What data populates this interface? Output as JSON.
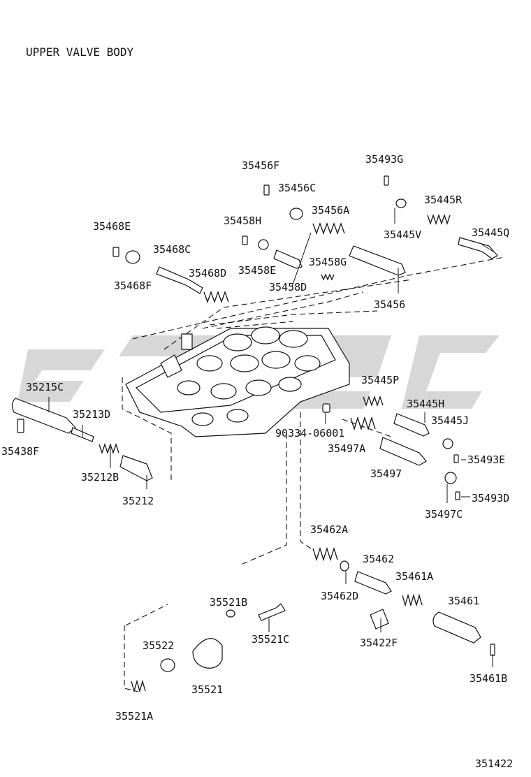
{
  "title": "UPPER VALVE BODY",
  "figure_number": "351422",
  "parts": [
    {
      "id": "35456F",
      "label": "35456F"
    },
    {
      "id": "35456C",
      "label": "35456C"
    },
    {
      "id": "35456A",
      "label": "35456A"
    },
    {
      "id": "35493G",
      "label": "35493G"
    },
    {
      "id": "35445R",
      "label": "35445R"
    },
    {
      "id": "35445V",
      "label": "35445V"
    },
    {
      "id": "35445Q",
      "label": "35445Q"
    },
    {
      "id": "35468E",
      "label": "35468E"
    },
    {
      "id": "35458H",
      "label": "35458H"
    },
    {
      "id": "35468C",
      "label": "35468C"
    },
    {
      "id": "35458E",
      "label": "35458E"
    },
    {
      "id": "35458G",
      "label": "35458G"
    },
    {
      "id": "35468F",
      "label": "35468F"
    },
    {
      "id": "35468D",
      "label": "35468D"
    },
    {
      "id": "35458D",
      "label": "35458D"
    },
    {
      "id": "35456",
      "label": "35456"
    },
    {
      "id": "35445P",
      "label": "35445P"
    },
    {
      "id": "35215C",
      "label": "35215C"
    },
    {
      "id": "35445H",
      "label": "35445H"
    },
    {
      "id": "35213D",
      "label": "35213D"
    },
    {
      "id": "35445J",
      "label": "35445J"
    },
    {
      "id": "90334-06001",
      "label": "90334-06001"
    },
    {
      "id": "35438F",
      "label": "35438F"
    },
    {
      "id": "35497A",
      "label": "35497A"
    },
    {
      "id": "35493E",
      "label": "35493E"
    },
    {
      "id": "35212B",
      "label": "35212B"
    },
    {
      "id": "35497",
      "label": "35497"
    },
    {
      "id": "35493D",
      "label": "35493D"
    },
    {
      "id": "35212",
      "label": "35212"
    },
    {
      "id": "35497C",
      "label": "35497C"
    },
    {
      "id": "35462A",
      "label": "35462A"
    },
    {
      "id": "35462",
      "label": "35462"
    },
    {
      "id": "35461A",
      "label": "35461A"
    },
    {
      "id": "35462D",
      "label": "35462D"
    },
    {
      "id": "35461",
      "label": "35461"
    },
    {
      "id": "35521B",
      "label": "35521B"
    },
    {
      "id": "35521C",
      "label": "35521C"
    },
    {
      "id": "35422F",
      "label": "35422F"
    },
    {
      "id": "35522",
      "label": "35522"
    },
    {
      "id": "35461B",
      "label": "35461B"
    },
    {
      "id": "35521",
      "label": "35521"
    },
    {
      "id": "35521A",
      "label": "35521A"
    }
  ]
}
